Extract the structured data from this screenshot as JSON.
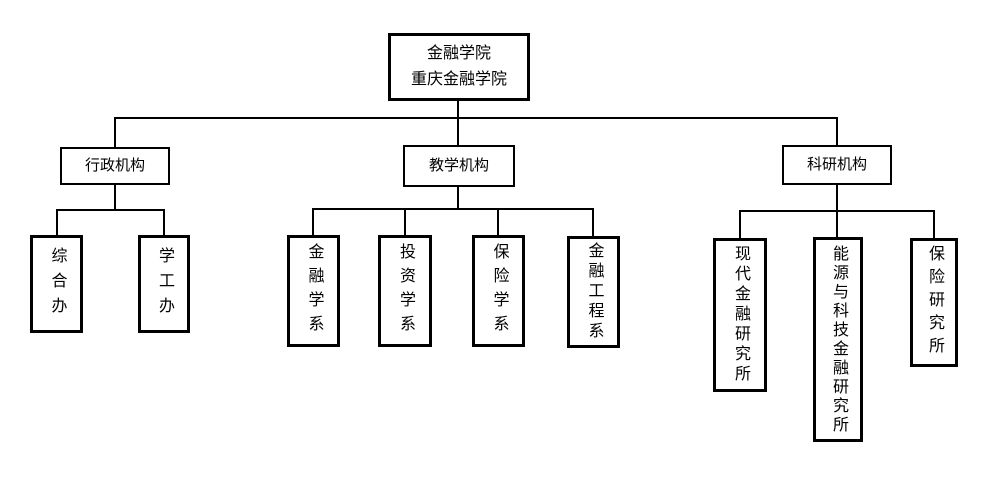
{
  "diagram": {
    "type": "org-chart",
    "root": {
      "title_line1": "金融学院",
      "title_line2": "重庆金融学院"
    },
    "branches": [
      {
        "label": "行政机构",
        "children": [
          "综合办",
          "学工办"
        ]
      },
      {
        "label": "教学机构",
        "children": [
          "金融学系",
          "投资学系",
          "保险学系",
          "金融工程系"
        ]
      },
      {
        "label": "科研机构",
        "children": [
          "现代金融研究所",
          "能源与科技金融研究所",
          "保险研究所"
        ]
      }
    ],
    "colors": {
      "line": "#000000",
      "background": "#ffffff",
      "text": "#000000"
    }
  }
}
